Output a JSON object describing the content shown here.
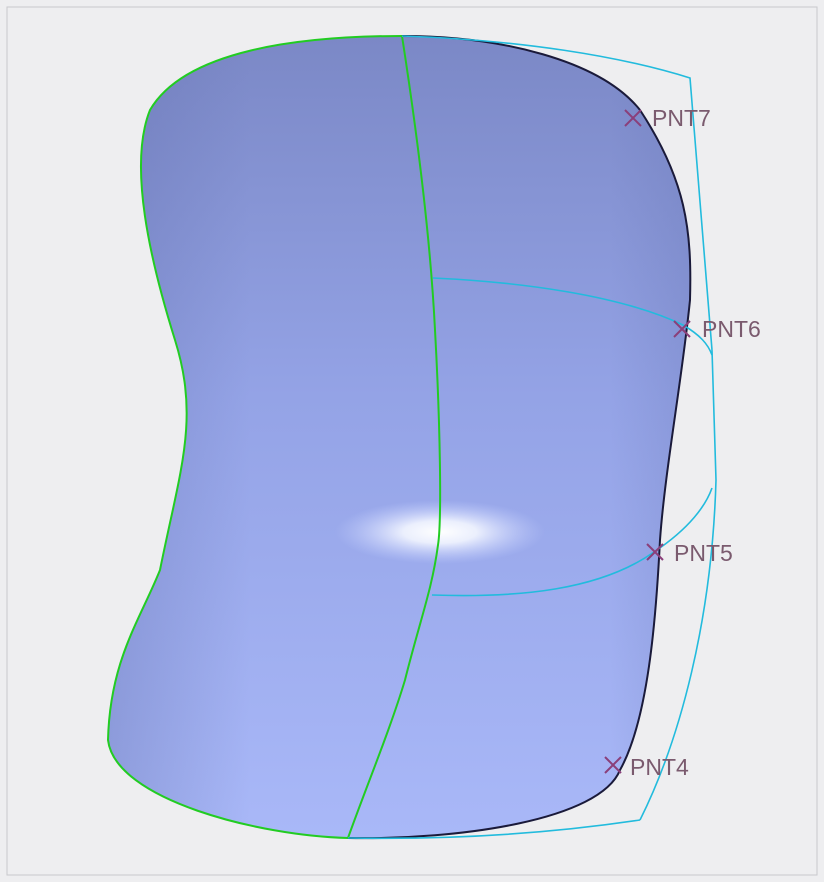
{
  "viewport": {
    "background": "#eeeef0",
    "frame_border": "#c8c8cc"
  },
  "surface": {
    "fill_dark": "#7b88c6",
    "fill_mid": "#94a3e6",
    "fill_light": "#a9b8f8",
    "highlight": "#ffffff",
    "outline_color": "#1a1a3a",
    "edge_color": "#22cc22",
    "curve_color": "#22bbdd"
  },
  "points": [
    {
      "label": "PNT7"
    },
    {
      "label": "PNT6"
    },
    {
      "label": "PNT5"
    },
    {
      "label": "PNT4"
    }
  ],
  "colors": {
    "label": "#7a5a6e",
    "marker": "#8a3f7a"
  }
}
